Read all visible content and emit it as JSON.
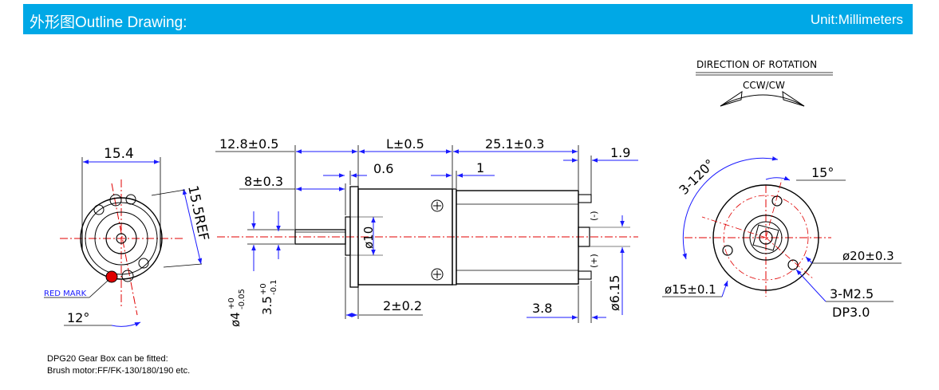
{
  "header": {
    "title": "外形图Outline Drawing:",
    "unit": "Unit:Millimeters"
  },
  "rotation": {
    "heading": "DIRECTION OF ROTATION",
    "value": "CCW/CW"
  },
  "left_view": {
    "width_dim": "15.4",
    "ref_dim": "15.5REF",
    "red_mark_label": "RED MARK",
    "angle_dim": "12°"
  },
  "side_view": {
    "dim_front": "12.8±0.5",
    "dim_gear": "L±0.5",
    "dim_motor": "25.1±0.3",
    "dim_end": "1.9",
    "dim_shaft": "8±0.3",
    "dim_gap": "0.6",
    "dim_flange": "1",
    "dim_dia10": "ø10",
    "dim_shaft_dia": "ø4",
    "dim_shaft_dia_tol_top": "+0",
    "dim_shaft_dia_tol_bot": "-0.05",
    "dim_flat": "3.5",
    "dim_flat_tol_top": "+0",
    "dim_flat_tol_bot": "-0.1",
    "dim_boss": "2±0.2",
    "dim_terminal": "3.8",
    "dim_terminal_dia": "ø6.15",
    "minus_sign": "(-)",
    "plus_sign": "(+)"
  },
  "right_view": {
    "angle_holes": "3-120°",
    "angle_15": "15°",
    "dia20": "ø20±0.3",
    "dia15": "ø15±0.1",
    "thread": "3-M2.5",
    "depth": "DP3.0"
  },
  "notes": {
    "line1": "DPG20 Gear Box can be fitted:",
    "line2": "Brush motor:FF/FK-130/180/190 etc."
  },
  "colors": {
    "header": "#00a8e6",
    "center_line": "#e00000",
    "dimension_line": "#1a1aff",
    "red_mark": "#e00000"
  }
}
